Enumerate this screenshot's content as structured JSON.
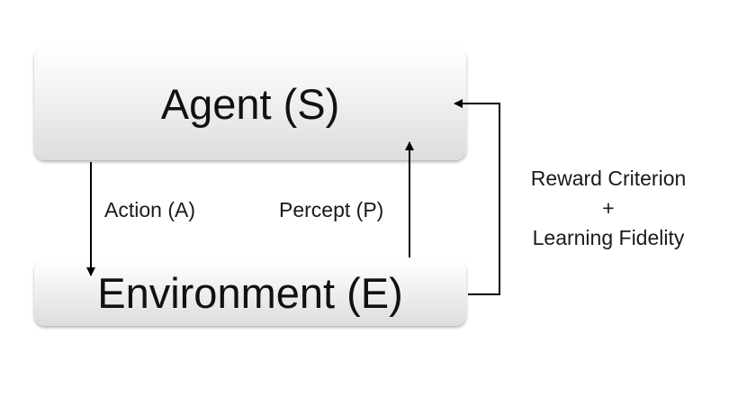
{
  "agent": {
    "label": "Agent (S)"
  },
  "environment": {
    "label": "Environment (E)"
  },
  "action": {
    "label": "Action (A)"
  },
  "percept": {
    "label": "Percept (P)"
  },
  "reward": {
    "line1": "Reward Criterion",
    "line2": "+",
    "line3": "Learning Fidelity"
  }
}
